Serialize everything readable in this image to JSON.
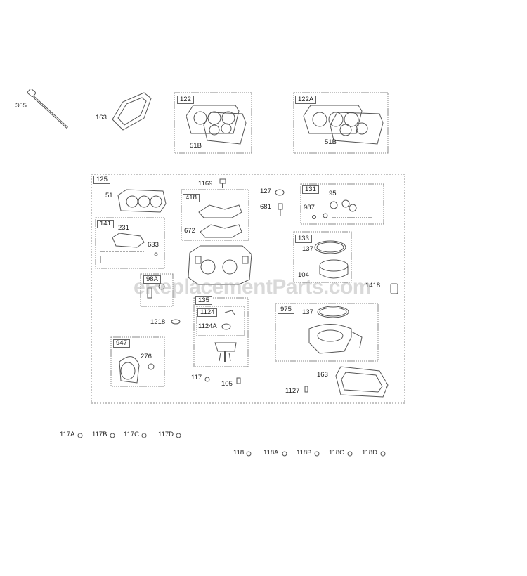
{
  "watermark": "eReplacementParts.com",
  "labels": {
    "p365": "365",
    "p163a": "163",
    "p122": "122",
    "p51b_a": "51B",
    "p122a": "122A",
    "p51b_b": "51B",
    "p125": "125",
    "p51": "51",
    "p1169": "1169",
    "p418": "418",
    "p672": "672",
    "p127": "127",
    "p681": "681",
    "p131": "131",
    "p95": "95",
    "p987": "987",
    "p141": "141",
    "p231": "231",
    "p633": "633",
    "p133": "133",
    "p137a": "137",
    "p104": "104",
    "p98a": "98A",
    "p135": "135",
    "p1124": "1124",
    "p1124a": "1124A",
    "p1418": "1418",
    "p975": "975",
    "p137b": "137",
    "p1218": "1218",
    "p947": "947",
    "p276": "276",
    "p163b": "163",
    "p117": "117",
    "p105": "105",
    "p1127": "1127",
    "p117a": "117A",
    "p117b": "117B",
    "p117c": "117C",
    "p117d": "117D",
    "p118": "118",
    "p118a": "118A",
    "p118b": "118B",
    "p118c": "118C",
    "p118d": "118D"
  }
}
